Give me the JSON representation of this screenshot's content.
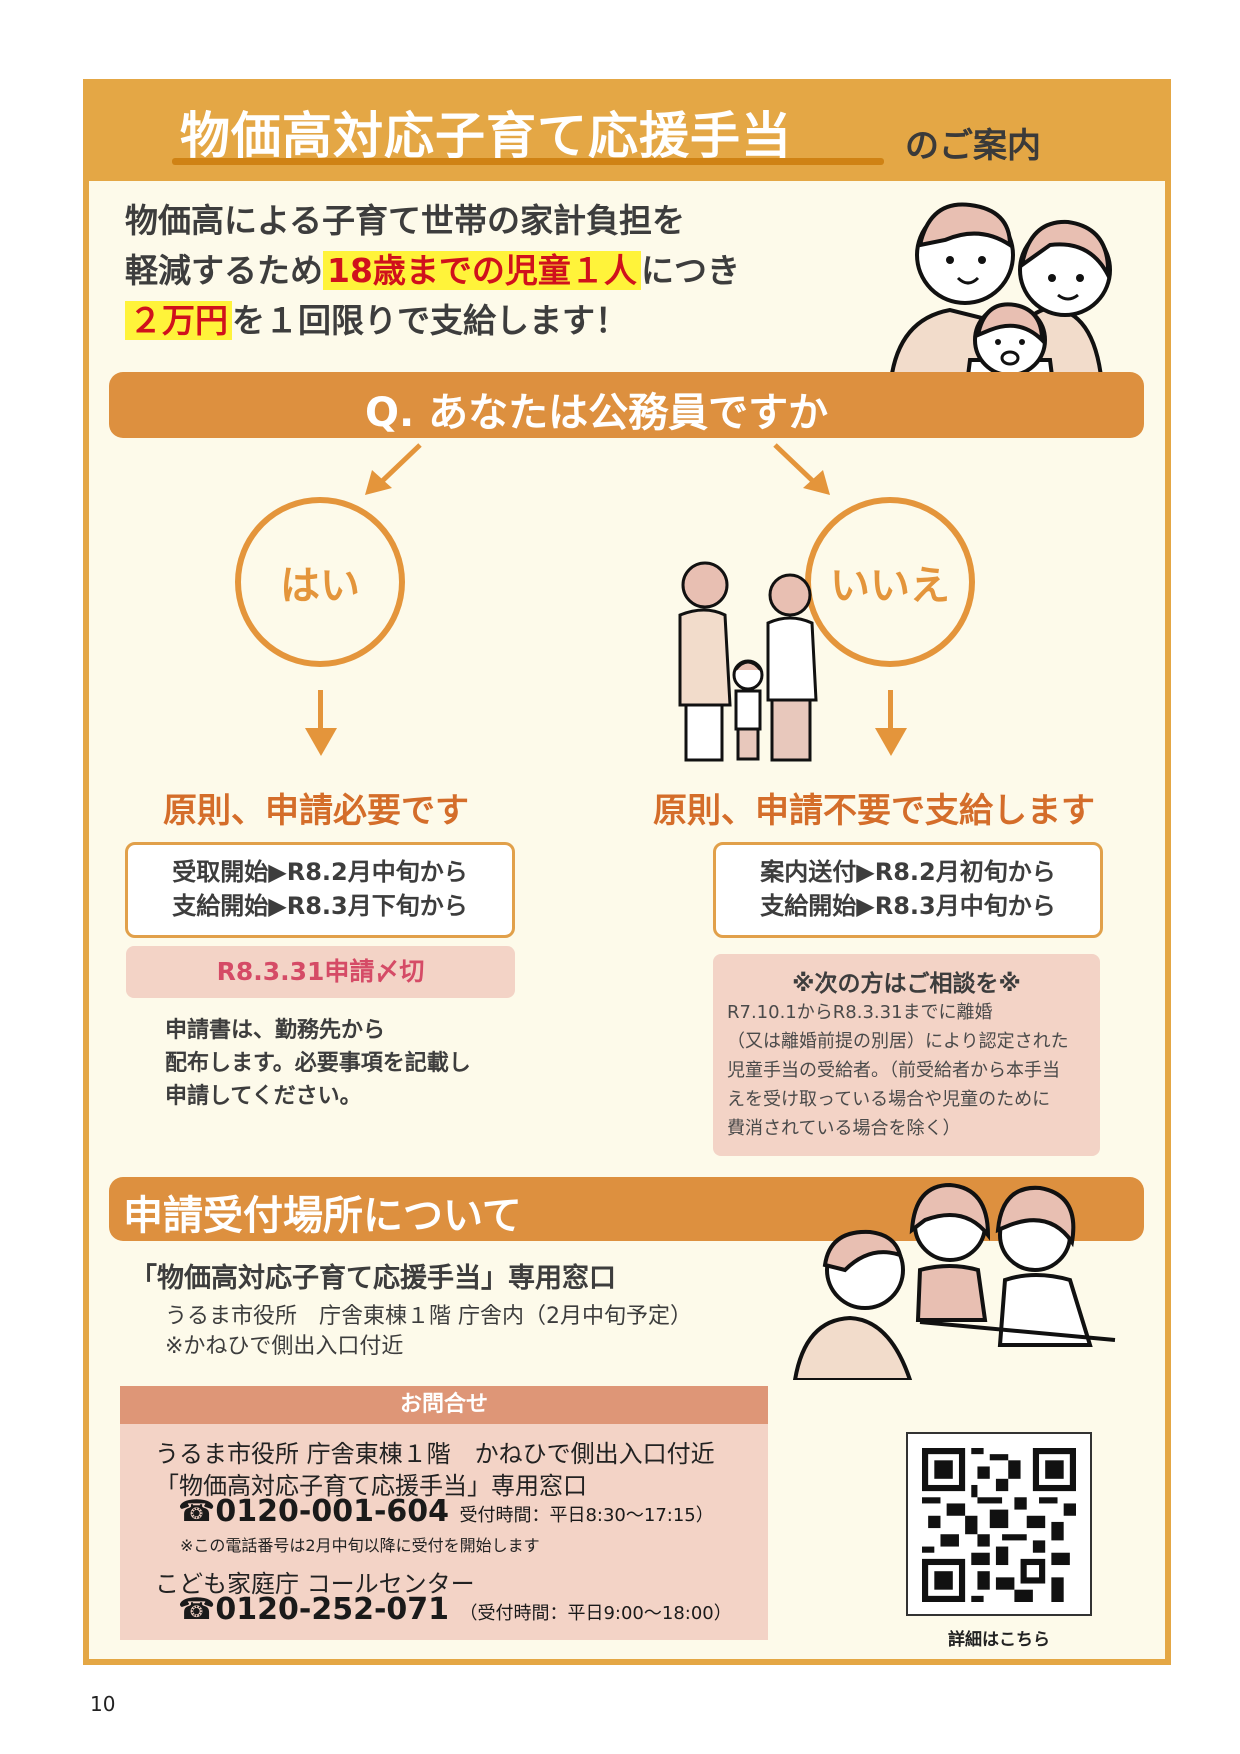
{
  "header": {
    "title": "物価高対応子育て応援手当",
    "subtitle": "のご案内"
  },
  "intro": {
    "line1": "物価高による子育て世帯の家計負担を",
    "line2_pre": "軽減するため",
    "line2_highlight": "18歳までの児童１人",
    "line2_post": "につき",
    "line3_highlight": "２万円",
    "line3_post": "を１回限りで支給します！"
  },
  "question": {
    "text": "Q. あなたは公務員ですか",
    "yes_label": "はい",
    "no_label": "いいえ"
  },
  "yes_branch": {
    "result": "原則、申請必要です",
    "dates": [
      "受取開始▶R8.2月中旬から",
      "支給開始▶R8.3月下旬から"
    ],
    "deadline": "R8.3.31申請〆切",
    "note": [
      "申請書は、勤務先から",
      "配布します。必要事項を記載し",
      "申請してください。"
    ]
  },
  "no_branch": {
    "result": "原則、申請不要で支給します",
    "dates": [
      "案内送付▶R8.2月初旬から",
      "支給開始▶R8.3月中旬から"
    ],
    "consult_title": "※次の方はご相談を※",
    "consult_body": [
      "R7.10.1からR8.3.31までに離婚",
      "（又は離婚前提の別居）により認定された",
      "児童手当の受給者。（前受給者から本手当",
      "えを受け取っている場合や児童のために",
      "費消されている場合を除く）"
    ]
  },
  "venue": {
    "section_title": "申請受付場所について",
    "title": "「物価高対応子育て応援手当」専用窓口",
    "line1": "うるま市役所　庁舎東棟１階 庁舎内（2月中旬予定）",
    "line2": "※かねひで側出入口付近"
  },
  "contact": {
    "heading": "お問合せ",
    "line1": "うるま市役所 庁舎東棟１階　かねひで側出入口付近",
    "line2": "「物価高対応子育て応援手当」専用窓口",
    "phone1": "☎0120-001-604",
    "phone1_hours": "受付時間：平日8:30～17:15）",
    "phone1_note": "※この電話番号は2月中旬以降に受付を開始します",
    "line3": "こども家庭庁 コールセンター",
    "phone2": "☎0120-252-071",
    "phone2_hours": "（受付時間：平日9:00～18:00）"
  },
  "qr": {
    "label": "詳細はこちら"
  },
  "page_number": "10",
  "colors": {
    "frame": "#e4a745",
    "bar": "#dd903f",
    "background": "#fdfaea",
    "accent_text": "#d46d2a",
    "highlight_bg": "#fff33a",
    "highlight_text": "#d0111c",
    "pink_box": "#f3d3c6",
    "deadline_text": "#d54b66",
    "contact_head": "#de9677"
  }
}
